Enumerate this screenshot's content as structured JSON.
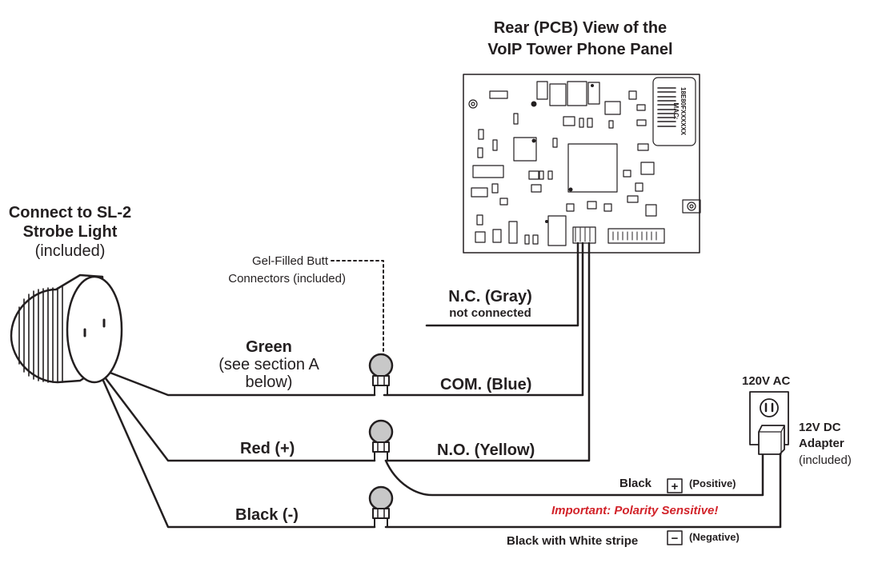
{
  "panel": {
    "title_line1": "Rear (PCB) View of the",
    "title_line2": "VoIP Tower Phone Panel",
    "mac_label": "MAC:",
    "mac_value": "18E80FXXXXXX"
  },
  "strobe": {
    "title_line1": "Connect to SL-2",
    "title_line2": "Strobe Light",
    "note": "(included)"
  },
  "connectors_note": {
    "line1": "Gel-Filled Butt",
    "line2": "Connectors (included)"
  },
  "wires": {
    "nc": {
      "label": "N.C. (Gray)",
      "note": "not connected"
    },
    "com": "COM. (Blue)",
    "no": "N.O. (Yellow)",
    "green": {
      "label": "Green",
      "note_line1": "(see section A",
      "note_line2": "below)"
    },
    "red": "Red (+)",
    "black": "Black (-)",
    "adapter_positive": {
      "label": "Black",
      "sign": "+",
      "polarity": "(Positive)"
    },
    "adapter_negative": {
      "label": "Black with White stripe",
      "sign": "−",
      "polarity": "(Negative)"
    },
    "warning": "Important: Polarity Sensitive!"
  },
  "power": {
    "ac_label": "120V AC",
    "adapter_line1": "12V DC",
    "adapter_line2": "Adapter",
    "adapter_note": "(included)"
  },
  "colors": {
    "line": "#231f20",
    "warning": "#d2232a",
    "connector_fill": "#c8c8c8"
  },
  "icons": [
    "strobe-light-icon",
    "butt-connector-icon",
    "wall-outlet-icon",
    "dc-adapter-icon",
    "pcb-board-icon"
  ]
}
